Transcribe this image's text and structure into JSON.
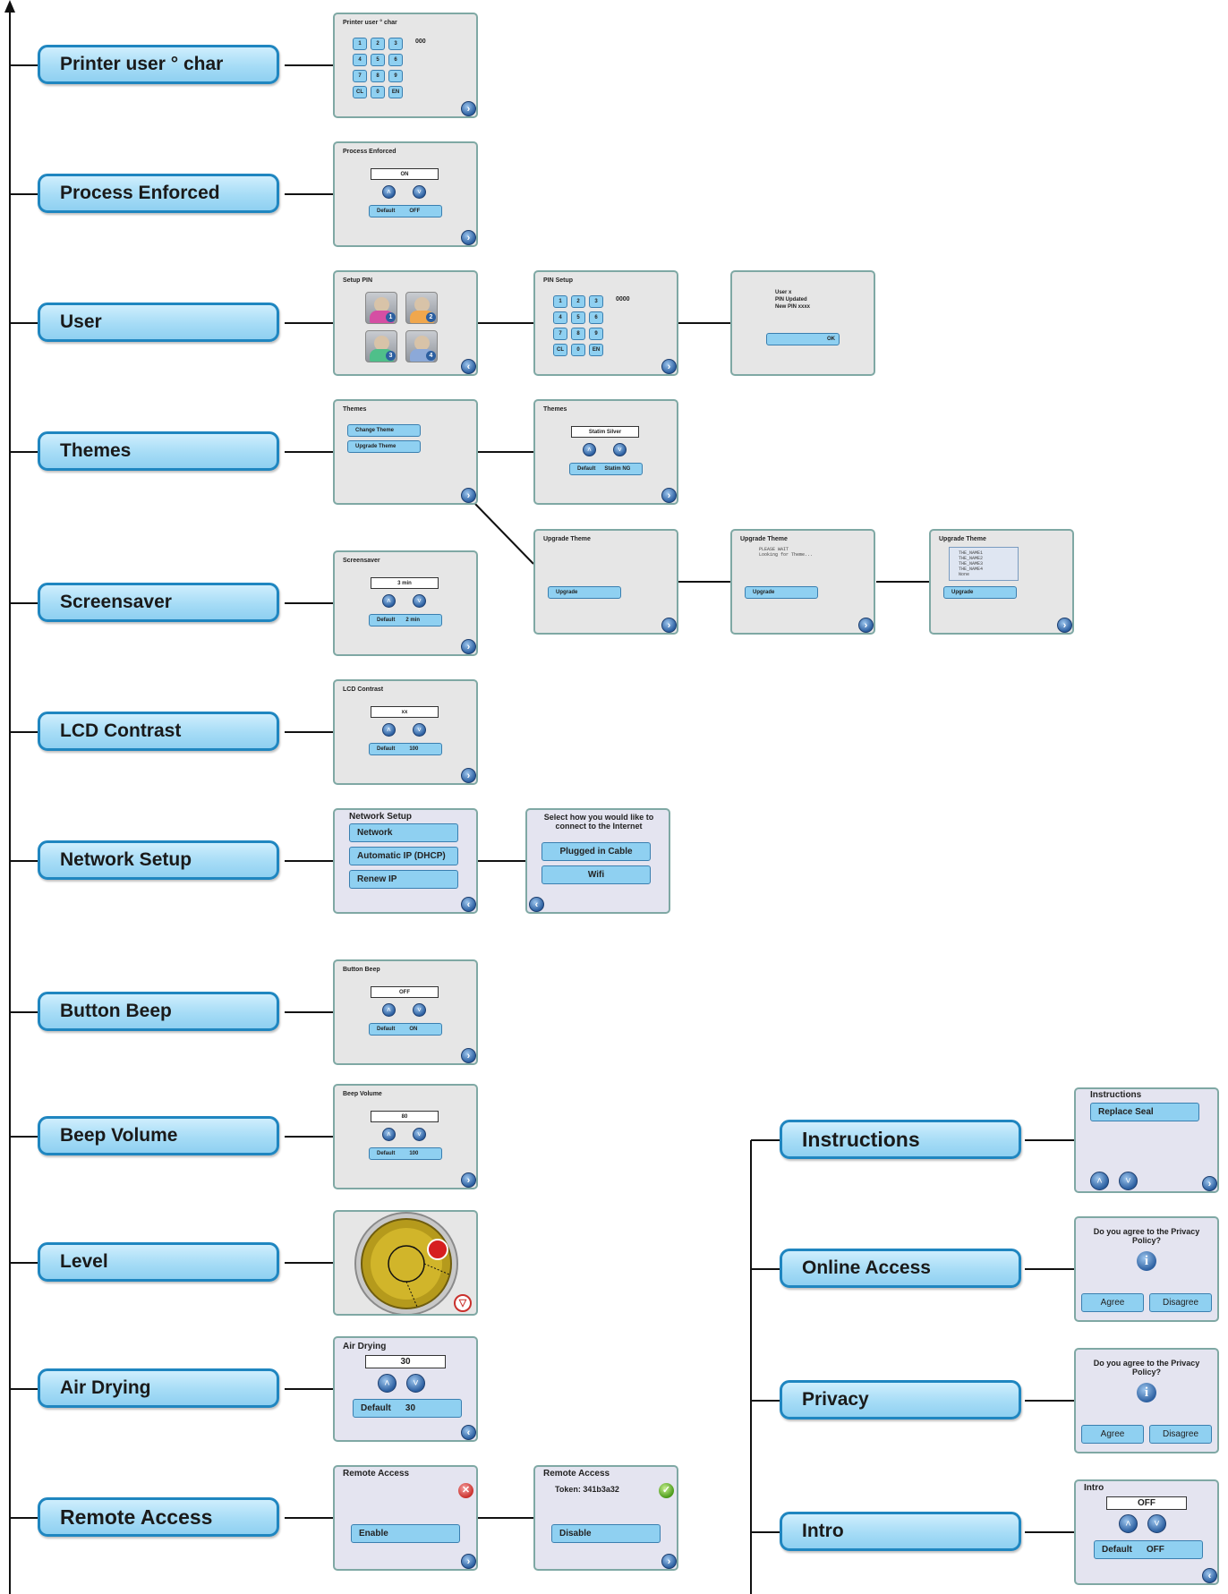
{
  "menus": {
    "printer_user_char": "Printer user ° char",
    "process_enforced": "Process Enforced",
    "user": "User",
    "themes": "Themes",
    "screensaver": "Screensaver",
    "lcd_contrast": "LCD Contrast",
    "network_setup": "Network Setup",
    "button_beep": "Button Beep",
    "beep_volume": "Beep Volume",
    "level": "Level",
    "air_drying": "Air Drying",
    "remote_access": "Remote Access",
    "instructions": "Instructions",
    "online_access": "Online Access",
    "privacy": "Privacy",
    "intro": "Intro"
  },
  "screens": {
    "printer": {
      "title": "Printer user ° char",
      "value": "000",
      "keys": [
        "1",
        "2",
        "3",
        "4",
        "5",
        "6",
        "7",
        "8",
        "9",
        "CL",
        "0",
        "EN"
      ]
    },
    "process": {
      "title": "Process Enforced",
      "value": "ON",
      "default_label": "Default",
      "default_value": "OFF"
    },
    "setup_pin": {
      "title": "Setup PIN",
      "users": [
        "1",
        "2",
        "3",
        "4"
      ]
    },
    "pin_setup": {
      "title": "PIN Setup",
      "value": "0000",
      "keys": [
        "1",
        "2",
        "3",
        "4",
        "5",
        "6",
        "7",
        "8",
        "9",
        "CL",
        "0",
        "EN"
      ]
    },
    "pin_updated": {
      "line1": "User x",
      "line2": "PIN Updated",
      "line3": "New PIN xxxx",
      "ok": "OK"
    },
    "themes": {
      "title": "Themes",
      "change": "Change Theme",
      "upgrade": "Upgrade Theme"
    },
    "themes2": {
      "title": "Themes",
      "value": "Statim Silver",
      "default_label": "Default",
      "default_value": "Statim NG"
    },
    "upgrade1": {
      "title": "Upgrade Theme",
      "button": "Upgrade"
    },
    "upgrade2": {
      "title": "Upgrade Theme",
      "message": "PLEASE WAIT\nLooking for Theme...",
      "button": "Upgrade"
    },
    "upgrade3": {
      "title": "Upgrade Theme",
      "list": "THE_NAME1\nTHE_NAME2\nTHE_NAME3\nTHE_NAME4\nNone",
      "button": "Upgrade"
    },
    "screensaver": {
      "title": "Screensaver",
      "value": "3 min",
      "default_label": "Default",
      "default_value": "2 min"
    },
    "lcd": {
      "title": "LCD Contrast",
      "value": "xx",
      "default_label": "Default",
      "default_value": "100"
    },
    "network": {
      "title": "Network Setup",
      "b1": "Network",
      "b2": "Automatic IP (DHCP)",
      "b3": "Renew IP"
    },
    "connect": {
      "prompt": "Select how you would like to connect to the Internet",
      "b1": "Plugged in Cable",
      "b2": "Wifi"
    },
    "beep": {
      "title": "Button Beep",
      "value": "OFF",
      "default_label": "Default",
      "default_value": "ON"
    },
    "volume": {
      "title": "Beep Volume",
      "value": "80",
      "default_label": "Default",
      "default_value": "100"
    },
    "air": {
      "title": "Air Drying",
      "value": "30",
      "default_label": "Default",
      "default_value": "30"
    },
    "remote1": {
      "title": "Remote Access",
      "button": "Enable"
    },
    "remote2": {
      "title": "Remote Access",
      "token": "Token: 341b3a32",
      "button": "Disable"
    },
    "instructions": {
      "title": "Instructions",
      "button": "Replace Seal"
    },
    "online": {
      "question": "Do you agree to the Privacy Policy?",
      "agree": "Agree",
      "disagree": "Disagree"
    },
    "privacy": {
      "question": "Do you agree to the Privacy Policy?",
      "agree": "Agree",
      "disagree": "Disagree"
    },
    "intro": {
      "title": "Intro",
      "value": "OFF",
      "default_label": "Default",
      "default_value": "OFF"
    }
  }
}
